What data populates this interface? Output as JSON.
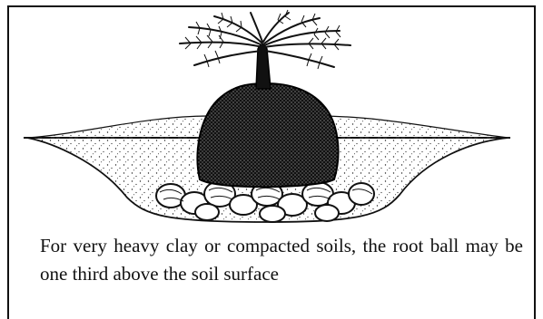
{
  "diagram": {
    "caption": "For very heavy clay or compacted soils, the root ball may be one third above the soil surface",
    "parts": [
      "palm-tree",
      "root-ball",
      "soil-mound",
      "gravel-drainage-layer",
      "soil-surface-line"
    ]
  }
}
